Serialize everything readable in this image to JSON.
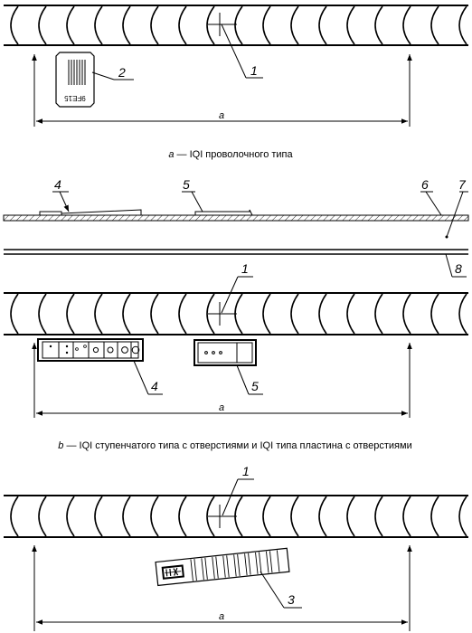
{
  "figure": {
    "panel_a": {
      "caption_letter": "a",
      "caption_text": " — IQI проволочного типа",
      "dim_label": "a",
      "wire_iqi_text": "9FE15",
      "callouts": [
        "1",
        "2"
      ]
    },
    "panel_b": {
      "caption_letter": "b",
      "caption_text": " — IQI ступенчатого типа с отверстиями и IQI типа пластина с отверстиями",
      "dim_label": "a",
      "section_callouts": [
        "4",
        "5",
        "6",
        "7",
        "8"
      ],
      "plan_callouts": [
        "1",
        "4",
        "5"
      ]
    },
    "panel_c": {
      "dim_label": "a",
      "callouts": [
        "1",
        "3"
      ]
    }
  }
}
